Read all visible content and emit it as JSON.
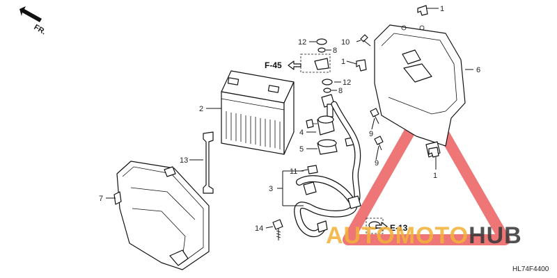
{
  "diagram": {
    "direction_label": "FR.",
    "callouts": [
      "1",
      "1",
      "1",
      "2",
      "3",
      "4",
      "5",
      "6",
      "7",
      "8",
      "8",
      "9",
      "9",
      "10",
      "11",
      "12",
      "12",
      "13",
      "14"
    ],
    "ref_labels": [
      "F-45",
      "E-13"
    ],
    "diagram_code": "HL74F4400",
    "watermark": {
      "prefix": "AUTOMOTO",
      "suffix": "HUB",
      "prefix_color": "#f2b23a",
      "suffix_color": "#3a3a3a",
      "triangle_color": "#e84848"
    }
  }
}
